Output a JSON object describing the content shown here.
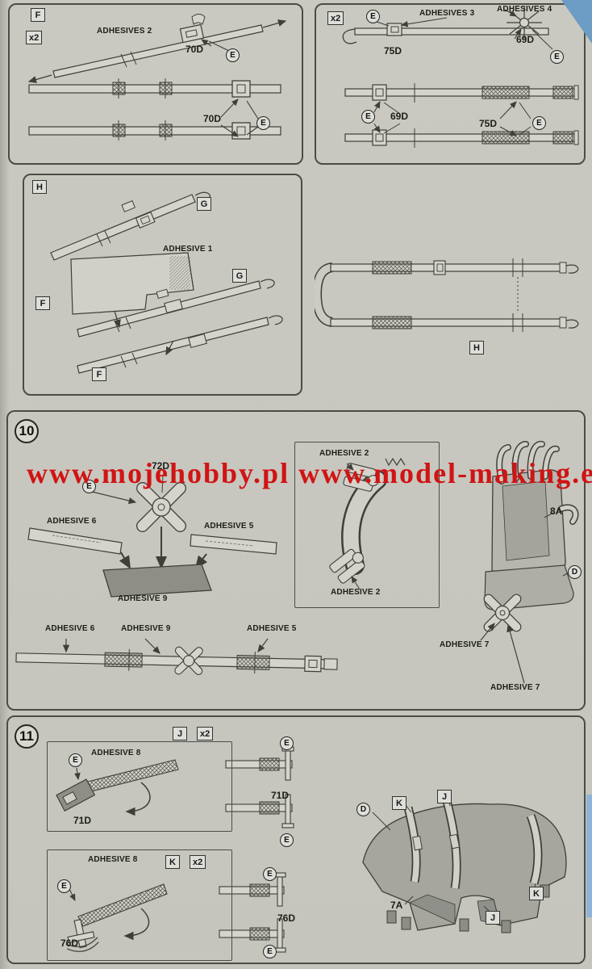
{
  "watermark": "www.mojehobby.pl www.model-making.eu",
  "glyphs": {
    "e": "E",
    "d": "D",
    "f": "F",
    "g": "G",
    "h": "H",
    "j": "J",
    "k": "K",
    "qty2": "x2"
  },
  "steps": {
    "s10": "10",
    "s11": "11"
  },
  "adhesives": {
    "a1": "ADHESIVE 1",
    "a2": "ADHESIVE 2",
    "a5": "ADHESIVE 5",
    "a6": "ADHESIVE 6",
    "a7": "ADHESIVE 7",
    "a8": "ADHESIVE 8",
    "a9": "ADHESIVE 9",
    "p2": "ADHESIVES 2",
    "p3": "ADHESIVES 3",
    "p4": "ADHESIVES 4"
  },
  "parts": {
    "p70": "70D",
    "p69": "69D",
    "p75": "75D",
    "p72": "72D",
    "p8a": "8A",
    "p71": "71D",
    "p76": "76D",
    "p7a": "7A"
  }
}
